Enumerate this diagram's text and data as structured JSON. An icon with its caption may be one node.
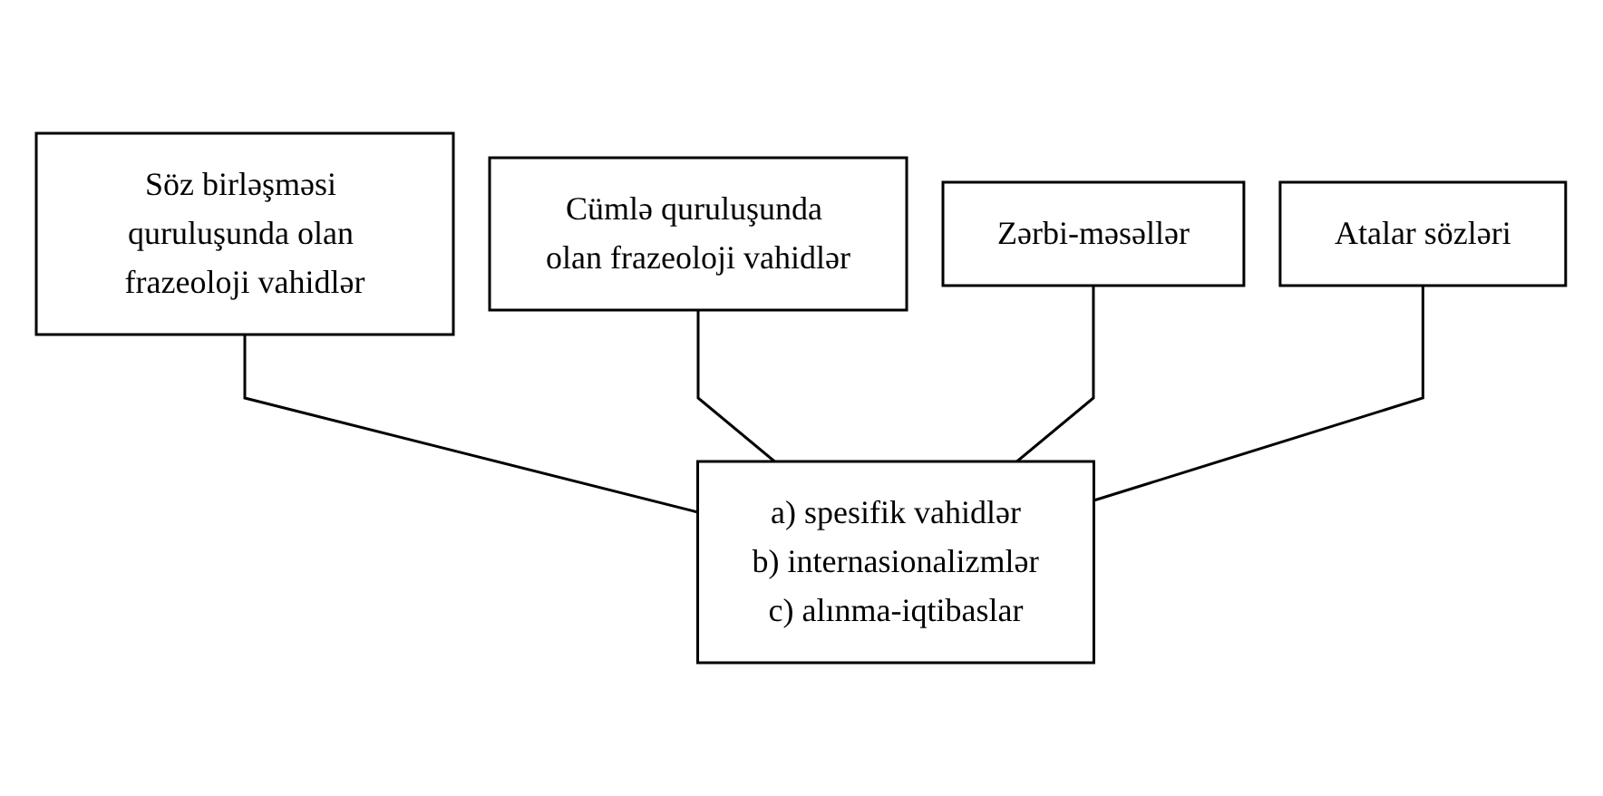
{
  "diagram": {
    "nodes": [
      {
        "text": [
          "Söz birləşməsi quruluşunda olan frazeoloji vahidlər"
        ]
      },
      {
        "text": [
          "Cümlə quruluşunda olan frazeoloji vahidlər"
        ]
      },
      {
        "text": [
          "Zərbi-məsəllər"
        ]
      },
      {
        "text": [
          "Atalar sözləri"
        ]
      },
      {
        "text": [
          "a) spesifik vahidlər",
          "b) internasionalizmlər",
          "c) alınma-iqtibaslar"
        ]
      }
    ],
    "edges": [
      {
        "from": 0,
        "to": 4,
        "arrow": "none"
      },
      {
        "from": 1,
        "to": 4,
        "arrow": "none"
      },
      {
        "from": 2,
        "to": 4,
        "arrow": "none"
      },
      {
        "from": 3,
        "to": 4,
        "arrow": "none"
      }
    ]
  }
}
